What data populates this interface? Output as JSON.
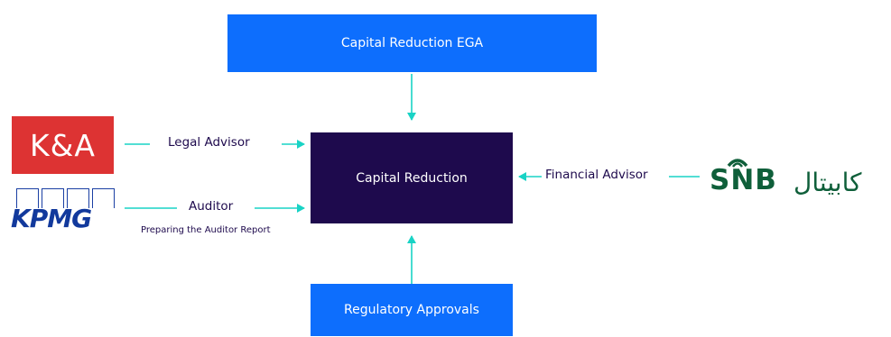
{
  "nodes": {
    "top": "Capital Reduction EGA",
    "center": "Capital Reduction",
    "bottom": "Regulatory Approvals"
  },
  "edges": {
    "legal": "Legal Advisor",
    "auditor": "Auditor",
    "auditor_note": "Preparing the Auditor Report",
    "financial": "Financial Advisor"
  },
  "logos": {
    "ka": "K&A",
    "kpmg": "KPMG",
    "snb_latin": "SNB",
    "snb_arabic": "كابيتال"
  },
  "colors": {
    "blue_box": "#0d6efd",
    "center_box": "#1e0a4d",
    "arrow": "#19d3c5",
    "ka_red": "#dd3333",
    "kpmg_blue": "#12399c",
    "snb_green": "#0f5f3a"
  }
}
